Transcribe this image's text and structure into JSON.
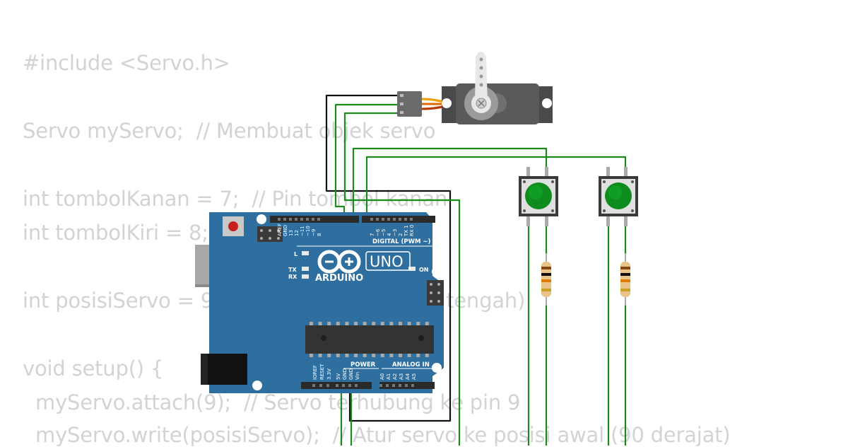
{
  "code": {
    "lines": [
      "#include <Servo.h>",
      "",
      "Servo myServo;  // Membuat objek servo",
      "",
      "int tombolKanan = 7;  // Pin tombol kanan",
      "int tombolKiri = 8;",
      "",
      "int posisiServo = 9",
      "(tengah)",
      "void setup() {",
      "  myServo.attach(9);  // Servo terhubung ke pin 9",
      "  myServo.write(posisiServo);  // Atur servo ke posisi awal (90 derajat)"
    ]
  },
  "board": {
    "brand": "ARDUINO",
    "model": "UNO",
    "digital_label": "DIGITAL (PWM ~)",
    "power_label": "POWER",
    "analog_label": "ANALOG IN",
    "led_l": "L",
    "led_tx": "TX",
    "led_rx": "RX",
    "on_label": "ON",
    "top_pins": [
      "AREF",
      "GND",
      "13",
      "12",
      "~11",
      "~10",
      "~9",
      "8",
      "7",
      "~6",
      "~5",
      "4",
      "~3",
      "2",
      "TX 1",
      "RX 0"
    ],
    "bottom_pins": [
      "IOREF",
      "RESET",
      "3.3V",
      "5V",
      "GND",
      "GND",
      "Vin",
      "A0",
      "A1",
      "A2",
      "A3",
      "A4",
      "A5"
    ]
  },
  "colors": {
    "board": "#2f6f9f",
    "wire_green": "#1a8a1a",
    "wire_black": "#000000",
    "button_cap": "#0e8c1e",
    "code_text": "#d3d3d3"
  }
}
